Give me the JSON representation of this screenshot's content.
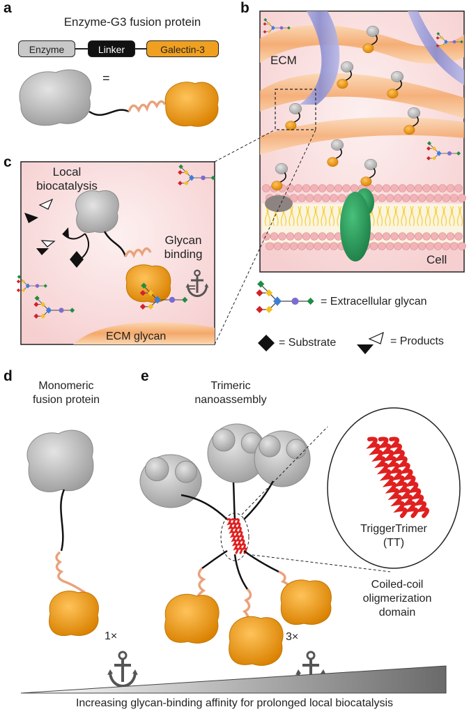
{
  "panels": {
    "a": {
      "label": "a",
      "title": "Enzyme-G3 fusion protein",
      "enzyme": "Enzyme",
      "linker": "Linker",
      "galectin": "Galectin-3",
      "equals": "="
    },
    "b": {
      "label": "b",
      "ecm": "ECM",
      "cell": "Cell"
    },
    "c": {
      "label": "c",
      "local": "Local",
      "biocatalysis": "biocatalysis",
      "glycan": "Glycan",
      "binding": "binding",
      "ecm_glycan": "ECM glycan",
      "equals": "="
    },
    "legend": {
      "extracellular": "= Extracellular glycan",
      "substrate": "= Substrate",
      "products": "= Products"
    },
    "d": {
      "label": "d",
      "line1": "Monomeric",
      "line2": "fusion protein",
      "mult": "1×"
    },
    "e": {
      "label": "e",
      "line1": "Trimeric",
      "line2": "nanoassembly",
      "tt1": "TriggerTrimer",
      "tt2": "(TT)",
      "cc1": "Coiled-coil",
      "cc2": "oligmerization",
      "cc3": "domain",
      "mult": "3×"
    },
    "footer": "Increasing glycan-binding affinity for prolonged local biocatalysis"
  },
  "colors": {
    "enzyme": "#b9b9b9",
    "galectin": "#f0a020",
    "linker": "#111111",
    "ecm_pink": "#f9dede",
    "membrane_head": "#f2b3b6",
    "lipid_tail": "#f3d12a",
    "red_helix": "#e02020",
    "green_protein": "#2a9d5c"
  },
  "icons": [
    "anchor-icon",
    "diamond-substrate-icon",
    "triangle-product-icon",
    "glycan-icon"
  ]
}
